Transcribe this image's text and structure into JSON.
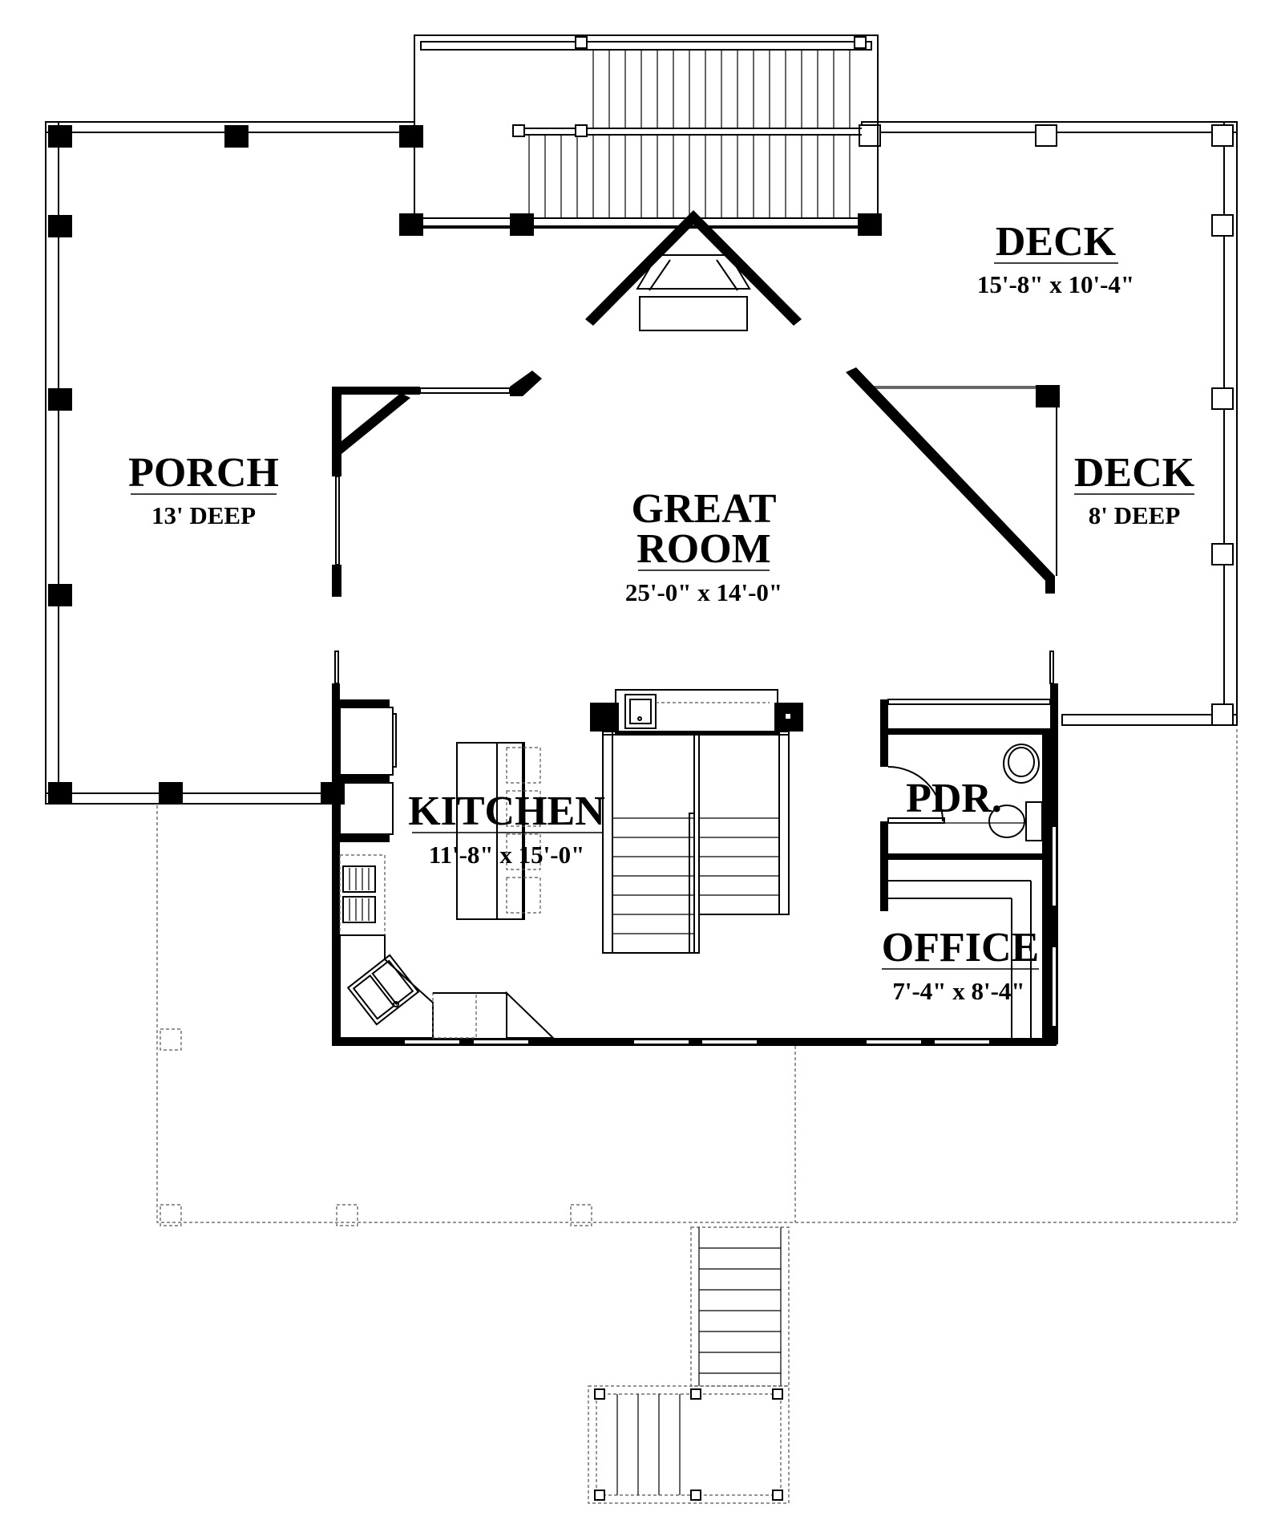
{
  "rooms": [
    {
      "id": "deck-top",
      "name": "DECK",
      "size": "15'-8\" x 10'-4\""
    },
    {
      "id": "porch",
      "name": "PORCH",
      "size": "13' DEEP"
    },
    {
      "id": "great-room",
      "name_line1": "GREAT",
      "name_line2": "ROOM",
      "size": "25'-0\" x 14'-0\""
    },
    {
      "id": "deck-right",
      "name": "DECK",
      "size": "8' DEEP"
    },
    {
      "id": "kitchen",
      "name": "KITCHEN",
      "size": "11'-8\" x 15'-0\""
    },
    {
      "id": "pdr",
      "name": "PDR."
    },
    {
      "id": "office",
      "name": "OFFICE",
      "size": "7'-4\" x 8'-4\""
    }
  ],
  "colors": {
    "ink": "#000000",
    "paper": "#ffffff",
    "faint": "#555555"
  }
}
